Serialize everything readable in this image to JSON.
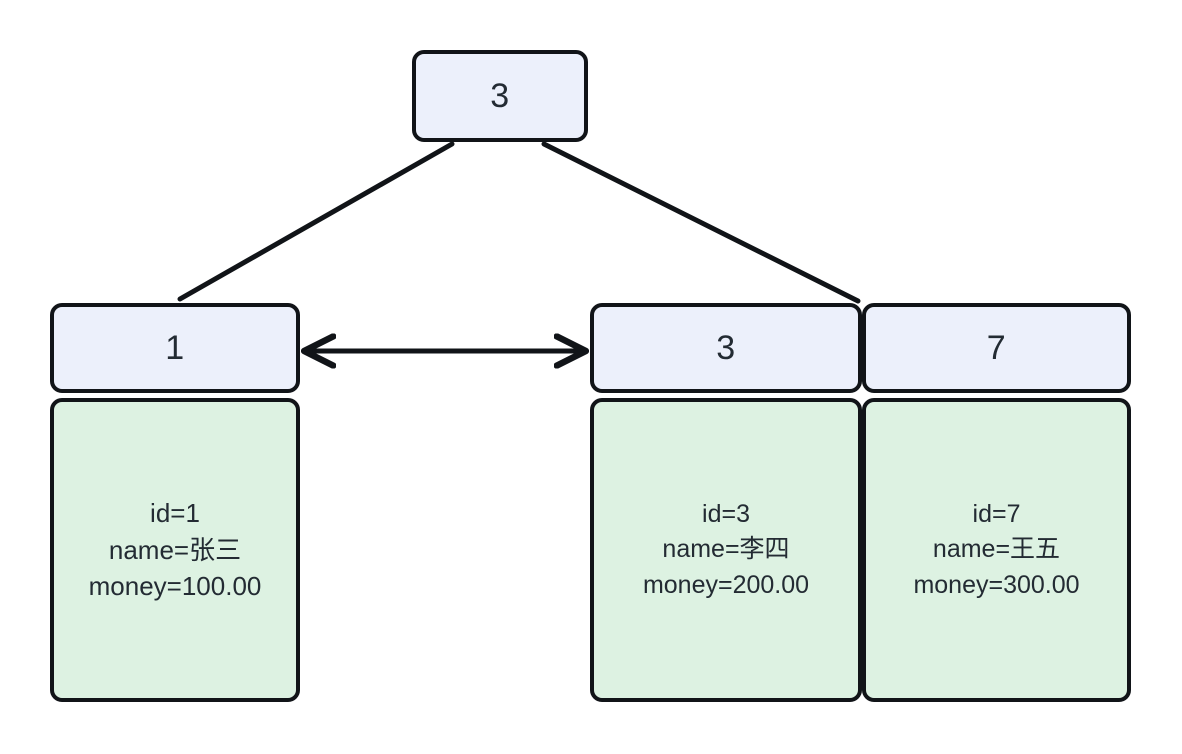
{
  "diagram": {
    "type": "b-plus-tree-diagram",
    "root": {
      "key": "3"
    },
    "leaves": [
      {
        "id": "left",
        "key": "1",
        "fields": [
          "id=1",
          "name=张三",
          "money=100.00"
        ]
      },
      {
        "id": "mid",
        "key": "3",
        "fields": [
          "id=3",
          "name=李四",
          "money=200.00"
        ]
      },
      {
        "id": "right",
        "key": "7",
        "fields": [
          "id=7",
          "name=王五",
          "money=300.00"
        ]
      }
    ],
    "links": [
      {
        "name": "root-to-left-leaf",
        "kind": "line"
      },
      {
        "name": "root-to-right-leaf",
        "kind": "line"
      },
      {
        "name": "leaf-sibling-link",
        "kind": "double-arrow"
      }
    ],
    "colors": {
      "header_fill": "#ecf0fb",
      "body_fill": "#ddf2e2",
      "stroke": "#111418",
      "text": "#232b33",
      "background": "#ffffff"
    }
  }
}
